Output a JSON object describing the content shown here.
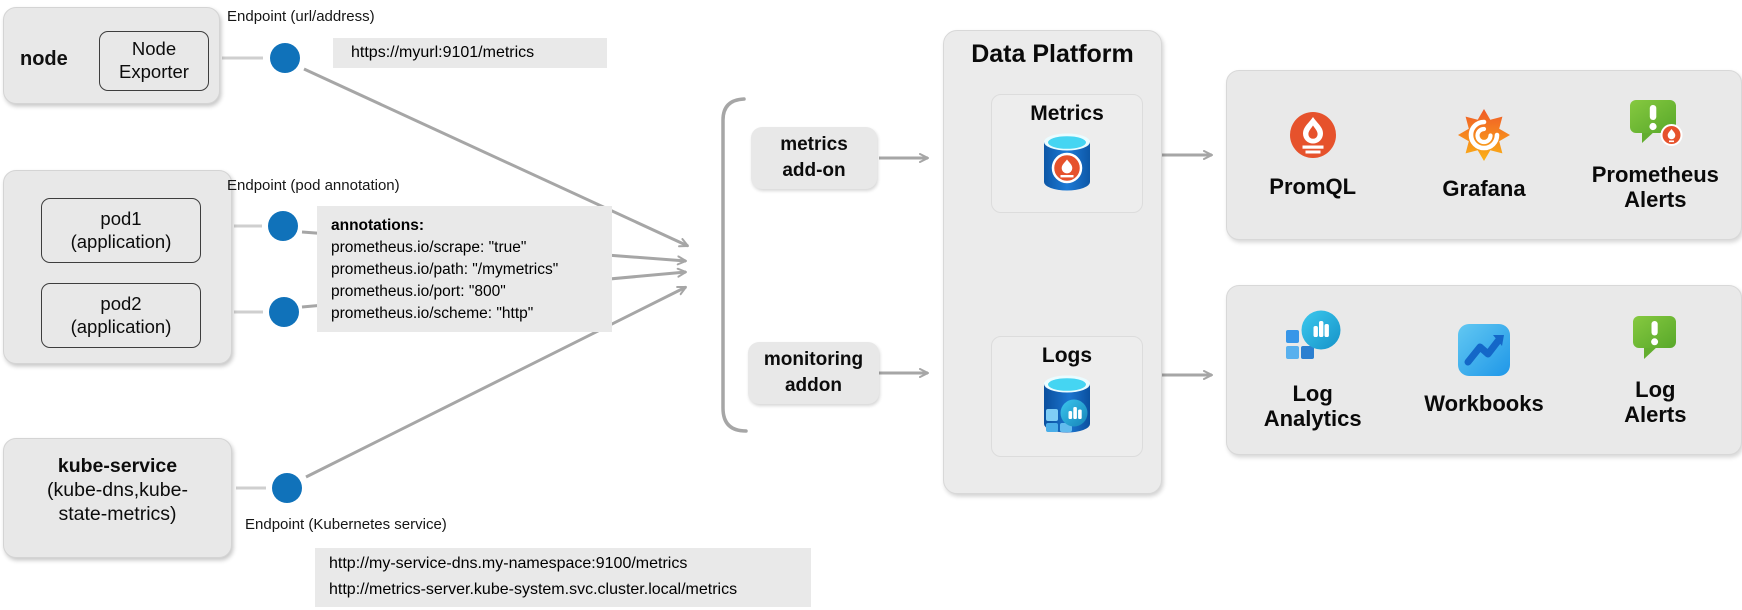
{
  "diagram": {
    "node_group": {
      "title": "node",
      "exporter_label": "Node Exporter"
    },
    "endpoint_url_label": "Endpoint (url/address)",
    "node_endpoint_url": "https://myurl:9101/metrics",
    "pod_group": {
      "pod1_label": "pod1\n(application)",
      "pod2_label": "pod2\n(application)"
    },
    "endpoint_pod_label": "Endpoint (pod annotation)",
    "annotations_box": {
      "title": "annotations:",
      "lines": [
        "prometheus.io/scrape: \"true\"",
        "prometheus.io/path: \"/mymetrics\"",
        "prometheus.io/port: \"800\"",
        "prometheus.io/scheme: \"http\""
      ]
    },
    "kube_group": {
      "title": "kube-service",
      "subtitle": "(kube-dns,kube-\nstate-metrics)"
    },
    "endpoint_service_label": "Endpoint (Kubernetes service)",
    "service_urls_box": {
      "lines": [
        "http://my-service-dns.my-namespace:9100/metrics",
        "http://metrics-server.kube-system.svc.cluster.local/metrics"
      ]
    },
    "addons": {
      "metrics_addon_label": "metrics\nadd-on",
      "monitoring_addon_label": "monitoring\naddon"
    },
    "data_platform": {
      "title": "Data Platform",
      "metrics_label": "Metrics",
      "logs_label": "Logs"
    },
    "metrics_outputs": [
      {
        "label": "PromQL",
        "icon": "prometheus-icon"
      },
      {
        "label": "Grafana",
        "icon": "grafana-icon"
      },
      {
        "label": "Prometheus Alerts",
        "icon": "prometheus-alerts-icon"
      }
    ],
    "logs_outputs": [
      {
        "label": "Log Analytics",
        "icon": "log-analytics-icon"
      },
      {
        "label": "Workbooks",
        "icon": "workbooks-icon"
      },
      {
        "label": "Log Alerts",
        "icon": "log-alerts-icon"
      }
    ]
  },
  "colors": {
    "endpoint_dot_blue": "#1072BA",
    "connector_gray": "#A6A6A6",
    "box_gray": "#E8E8E8",
    "prometheus_red": "#E6522C",
    "grafana_orange": "#F05A28",
    "alert_green": "#6FBE3C",
    "azure_blue": "#1B7FD4",
    "cyan_top": "#45D5F2"
  }
}
